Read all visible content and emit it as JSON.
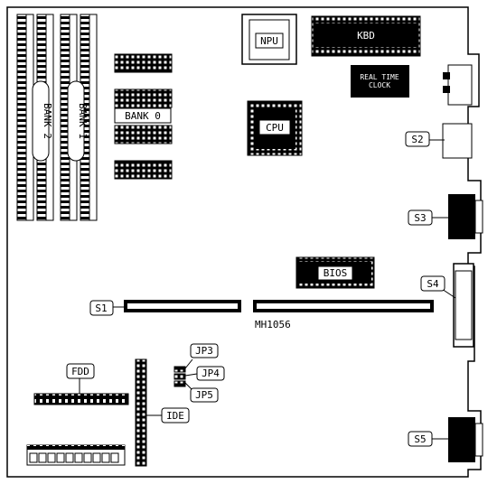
{
  "labels": {
    "npu": "NPU",
    "kbd": "KBD",
    "rtc_line1": "REAL TIME",
    "rtc_line2": "CLOCK",
    "cpu": "CPU",
    "bank0": "BANK 0",
    "bank1": "BANK 1",
    "bank2": "BANK 2",
    "bios": "BIOS",
    "s1": "S1",
    "s2": "S2",
    "s3": "S3",
    "s4": "S4",
    "s5": "S5",
    "model": "MH1056",
    "fdd": "FDD",
    "ide": "IDE",
    "jp3": "JP3",
    "jp4": "JP4",
    "jp5": "JP5"
  },
  "colors": {
    "ink": "#000000",
    "paper": "#ffffff"
  }
}
